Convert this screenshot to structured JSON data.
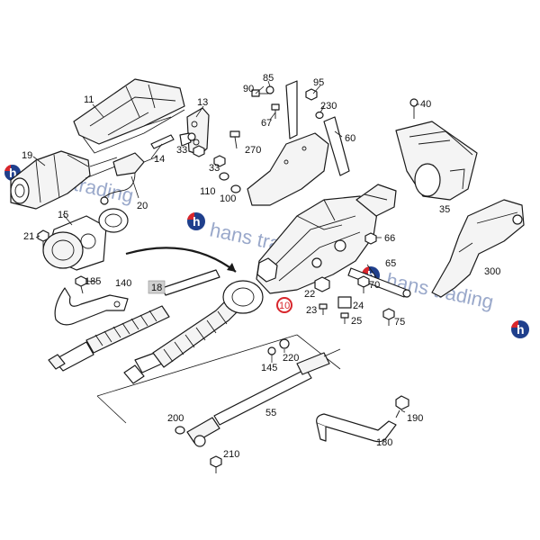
{
  "callouts": {
    "p11": "11",
    "p13": "13",
    "p19": "19",
    "p20": "20",
    "p21": "21",
    "p14": "14",
    "p15": "15",
    "p33a": "33",
    "p33b": "33",
    "p270": "270",
    "p110": "110",
    "p100": "100",
    "p90": "90",
    "p85": "85",
    "p95": "95",
    "p67": "67",
    "p230": "230",
    "p60": "60",
    "p40": "40",
    "p35": "35",
    "p66": "66",
    "p65": "65",
    "p300": "300",
    "p185": "185",
    "p140": "140",
    "p18": "18",
    "p10": "10",
    "p22": "22",
    "p23": "23",
    "p24": "24",
    "p25": "25",
    "p70": "70",
    "p75": "75",
    "p145": "145",
    "p220": "220",
    "p55": "55",
    "p200": "200",
    "p210": "210",
    "p190": "190",
    "p180": "180"
  },
  "watermark": {
    "text": "hans trading",
    "logo_letter": "h"
  },
  "colors": {
    "watermark_blue": "#1f3f8c",
    "watermark_red": "#d8262c",
    "highlight_red": "#d8262c",
    "tag_grey": "#d0d0d0"
  }
}
